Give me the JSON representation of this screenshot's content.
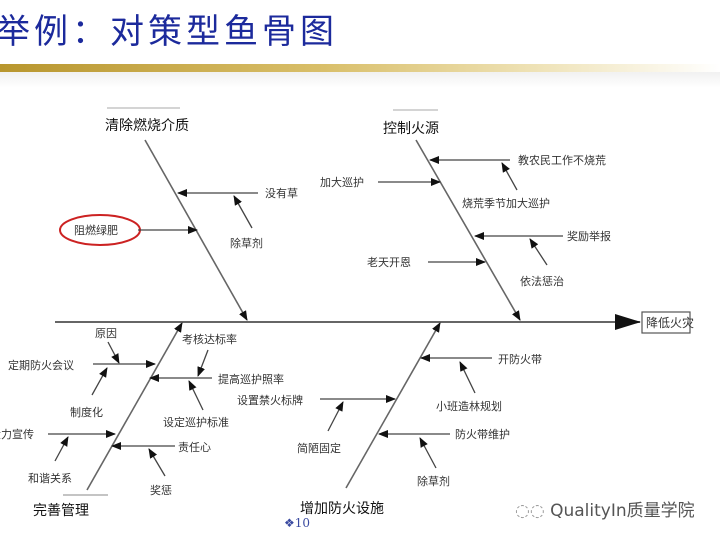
{
  "slide": {
    "title": "举例：对策型鱼骨图",
    "page_number": "10",
    "page_bullet_icon": "diamond-dots-icon",
    "watermark": "QualityIn质量学院",
    "watermark_icon": "wechat-icon"
  },
  "fishbone": {
    "effect": "降低火灾",
    "highlight_color": "#cc2222",
    "categories": [
      {
        "label": "清除燃烧介质",
        "causes": [
          "没有草",
          "除草剂",
          "阻燃绿肥"
        ]
      },
      {
        "label": "控制火源",
        "causes": [
          "教农民工作不烧荒",
          "烧荒季节加大巡护",
          "加大巡护",
          "奖励举报",
          "依法惩治",
          "老天开恩"
        ]
      },
      {
        "label": "完善管理",
        "causes": [
          "考核达标率",
          "原因",
          "定期防火会议",
          "制度化",
          "提高巡护照率",
          "设定巡护标准",
          "大力宣传",
          "和谐关系",
          "责任心",
          "奖惩"
        ]
      },
      {
        "label": "增加防火设施",
        "causes": [
          "开防火带",
          "小班造林规划",
          "设置禁火标牌",
          "简陋固定",
          "防火带维护",
          "除草剂"
        ]
      }
    ]
  }
}
